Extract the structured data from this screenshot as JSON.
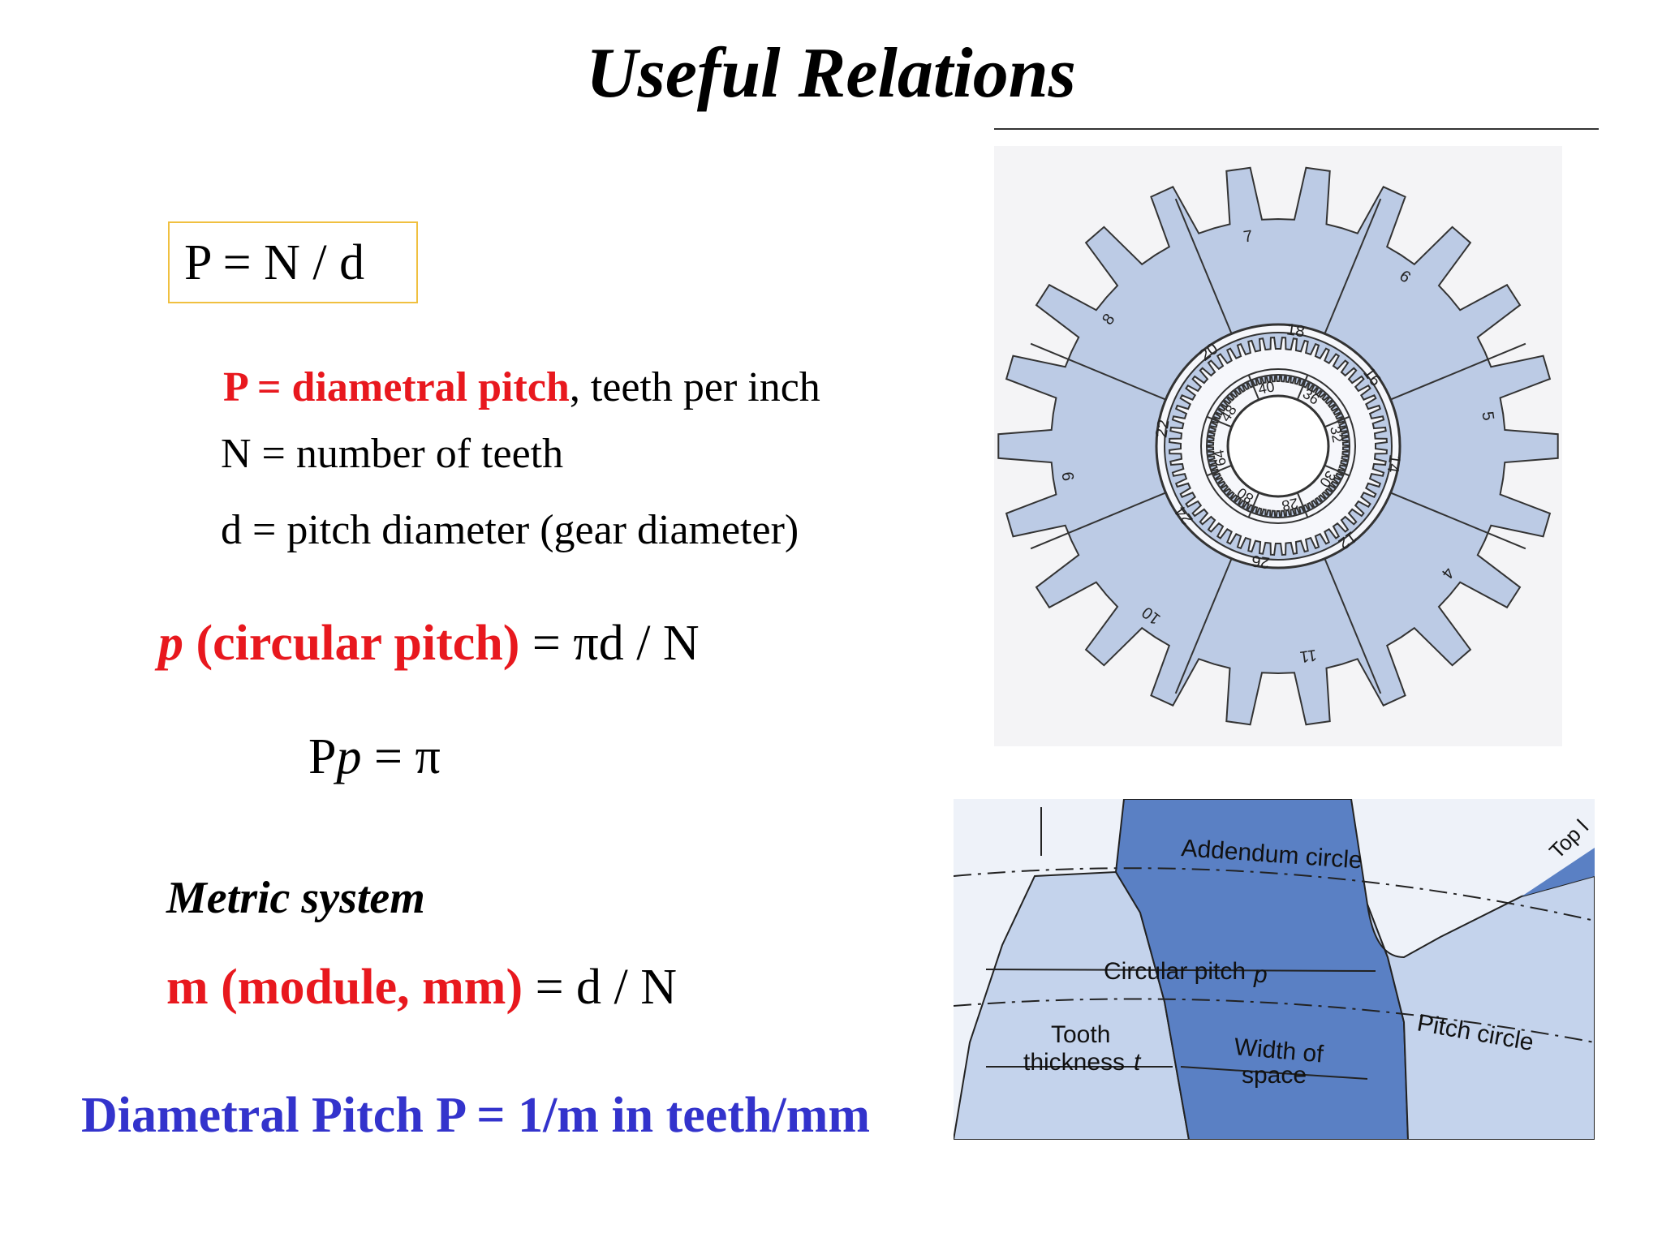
{
  "slide": {
    "title": "Useful Relations",
    "formula_box": "P = N / d",
    "definitions": {
      "P_label": "P = diametral pitch",
      "P_rest": ", teeth per inch",
      "N_def": "N = number of teeth",
      "d_def": "d = pitch diameter (gear diameter)"
    },
    "circular_pitch": {
      "p_sym": "p",
      "label": " (circular pitch)",
      "rest": " = πd / N"
    },
    "product": {
      "P": "P",
      "p": "p",
      "rest": " = π"
    },
    "metric_heading": "Metric system",
    "module": {
      "label": "m (module, mm)",
      "rest": " = d / N"
    },
    "footer": "Diametral Pitch P = 1/m in teeth/mm"
  },
  "gear_figure": {
    "outer_numbers": [
      "7",
      "6",
      "5",
      "4",
      "11",
      "10",
      "9",
      "8"
    ],
    "middle_numbers": [
      "18",
      "16",
      "14",
      "12",
      "26",
      "24",
      "22",
      "20"
    ],
    "inner_numbers": [
      "40",
      "36",
      "32",
      "30",
      "28",
      "80",
      "64",
      "48"
    ]
  },
  "tooth_figure": {
    "addendum_circle": "Addendum circle",
    "circular_pitch": "Circular pitch",
    "circular_pitch_sym": "p",
    "pitch_circle": "Pitch circle",
    "tooth_thickness_1": "Tooth",
    "tooth_thickness_2": "thickness",
    "tooth_thickness_sym": "t",
    "width_space_1": "Width of",
    "width_space_2": "space",
    "top_land": "Top l"
  },
  "colors": {
    "red": "#e8181e",
    "blue": "#3333cc",
    "gear_fill": "#bccbe5",
    "tooth_dark": "#5a80c4",
    "tooth_light": "#c4d3ec"
  }
}
